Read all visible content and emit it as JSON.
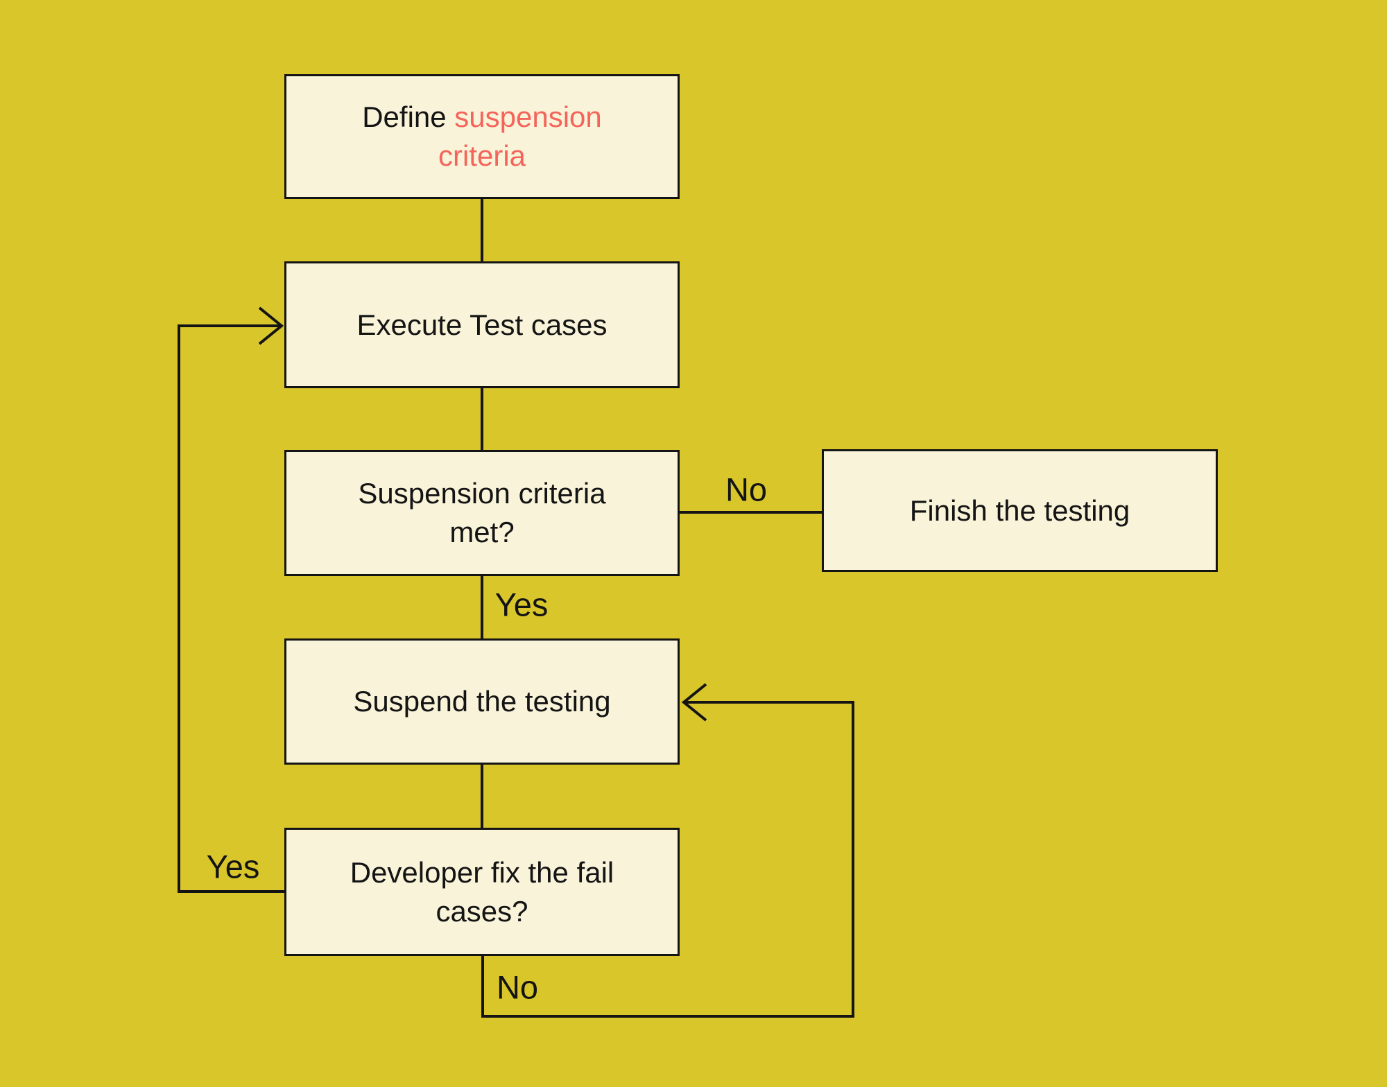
{
  "colors": {
    "background": "#d9c62b",
    "node_fill": "#f9f3d9",
    "node_border": "#141414",
    "connector": "#141414",
    "text": "#141414",
    "accent_red": "#f4645b"
  },
  "nodes": {
    "define": {
      "line1_black": "Define",
      "line1_red": "suspension",
      "line2_red": "criteria"
    },
    "execute": {
      "label": "Execute Test cases"
    },
    "criteria_met": {
      "line1": "Suspension criteria",
      "line2": "met?"
    },
    "finish": {
      "label": "Finish the testing"
    },
    "suspend": {
      "label": "Suspend the testing"
    },
    "dev_fix": {
      "line1": "Developer fix the fail",
      "line2": "cases?"
    }
  },
  "edge_labels": {
    "criteria_no": "No",
    "criteria_yes": "Yes",
    "dev_fix_yes": "Yes",
    "dev_fix_no": "No"
  }
}
